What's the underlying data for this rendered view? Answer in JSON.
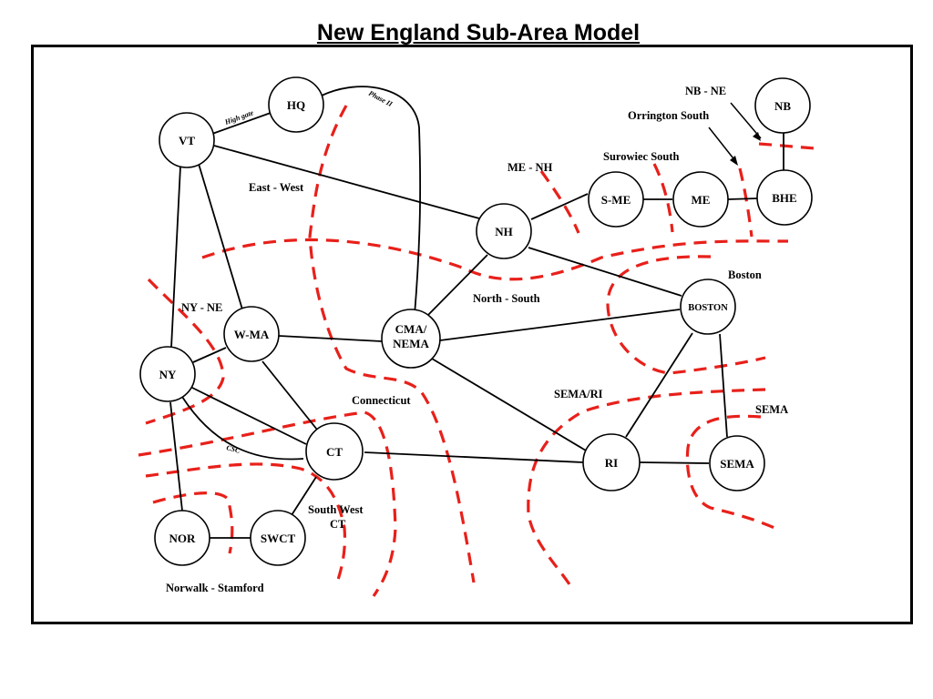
{
  "title": "New England Sub-Area Model",
  "nodes": [
    {
      "id": "HQ",
      "label": "HQ"
    },
    {
      "id": "VT",
      "label": "VT"
    },
    {
      "id": "NB",
      "label": "NB"
    },
    {
      "id": "S-ME",
      "label": "S-ME"
    },
    {
      "id": "ME",
      "label": "ME"
    },
    {
      "id": "BHE",
      "label": "BHE"
    },
    {
      "id": "NH",
      "label": "NH"
    },
    {
      "id": "BOSTON",
      "label": "BOSTON"
    },
    {
      "id": "W-MA",
      "label": "W-MA"
    },
    {
      "id": "CMA",
      "label_line1": "CMA/",
      "label_line2": "NEMA"
    },
    {
      "id": "NY",
      "label": "NY"
    },
    {
      "id": "CT",
      "label": "CT"
    },
    {
      "id": "RI",
      "label": "RI"
    },
    {
      "id": "SEMA",
      "label": "SEMA"
    },
    {
      "id": "NOR",
      "label": "NOR"
    },
    {
      "id": "SWCT",
      "label": "SWCT"
    }
  ],
  "interfaces": {
    "nb_ne": "NB - NE",
    "orrington_south": "Orrington South",
    "surowiec_south": "Surowiec South",
    "me_nh": "ME - NH",
    "east_west": "East - West",
    "north_south": "North - South",
    "boston": "Boston",
    "ny_ne": "NY - NE",
    "connecticut": "Connecticut",
    "sema_ri": "SEMA/RI",
    "sema": "SEMA",
    "south_west_ct_1": "South West",
    "south_west_ct_2": "CT",
    "norwalk_stamford": "Norwalk - Stamford"
  },
  "line_labels": {
    "highgate": "High gate",
    "phase2": "Phase II",
    "csc": "CSC"
  },
  "colors": {
    "boundary": "#e8201a",
    "lines": "#000000",
    "node_fill": "#ffffff"
  }
}
